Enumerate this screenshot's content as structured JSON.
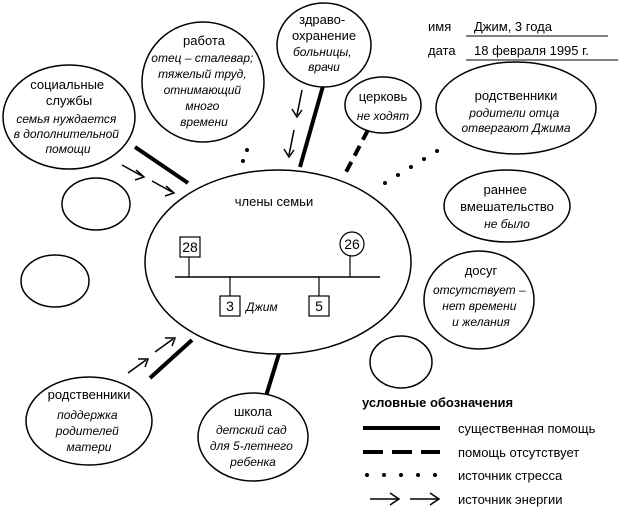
{
  "header": {
    "name_label": "имя",
    "name_value": "Джим, 3 года",
    "date_label": "дата",
    "date_value": "18 февраля 1995 г."
  },
  "family": {
    "title": "члены семьи",
    "father_age": "28",
    "mother_age": "26",
    "child1_age": "3",
    "child1_name": "Джим",
    "child2_age": "5"
  },
  "resources": {
    "social": {
      "title": [
        "социальные",
        "службы"
      ],
      "note": [
        "семья нуждается",
        "в дополнительной",
        "помощи"
      ]
    },
    "work": {
      "title": [
        "работа"
      ],
      "note": [
        "отец – сталевар;",
        "тяжелый труд,",
        "отнимающий",
        "много",
        "времени"
      ]
    },
    "health": {
      "title": [
        "здраво-",
        "охранение"
      ],
      "note": [
        "больницы,",
        "врачи"
      ]
    },
    "church": {
      "title": [
        "церковь"
      ],
      "note": [
        "не ходят"
      ]
    },
    "relatives_father": {
      "title": [
        "родственники"
      ],
      "note": [
        "родители отца",
        "отвергают Джима"
      ]
    },
    "early": {
      "title": [
        "раннее",
        "вмешательство"
      ],
      "note": [
        "не было"
      ]
    },
    "leisure": {
      "title": [
        "досуг"
      ],
      "note": [
        "отсутствует –",
        "нет времени",
        "и желания"
      ]
    },
    "relatives_mother": {
      "title": [
        "родственники"
      ],
      "note": [
        "поддержка",
        "родителей",
        "матери"
      ]
    },
    "school": {
      "title": [
        "школа"
      ],
      "note": [
        "детский сад",
        "для 5-летнего",
        "ребенка"
      ]
    }
  },
  "legend": {
    "title": "условные обозначения",
    "items": [
      {
        "style": "strong",
        "label": "существенная помощь"
      },
      {
        "style": "absent",
        "label": "помощь отсутствует"
      },
      {
        "style": "stress",
        "label": "источник стресса"
      },
      {
        "style": "energy",
        "label": "источник энергии"
      }
    ]
  }
}
